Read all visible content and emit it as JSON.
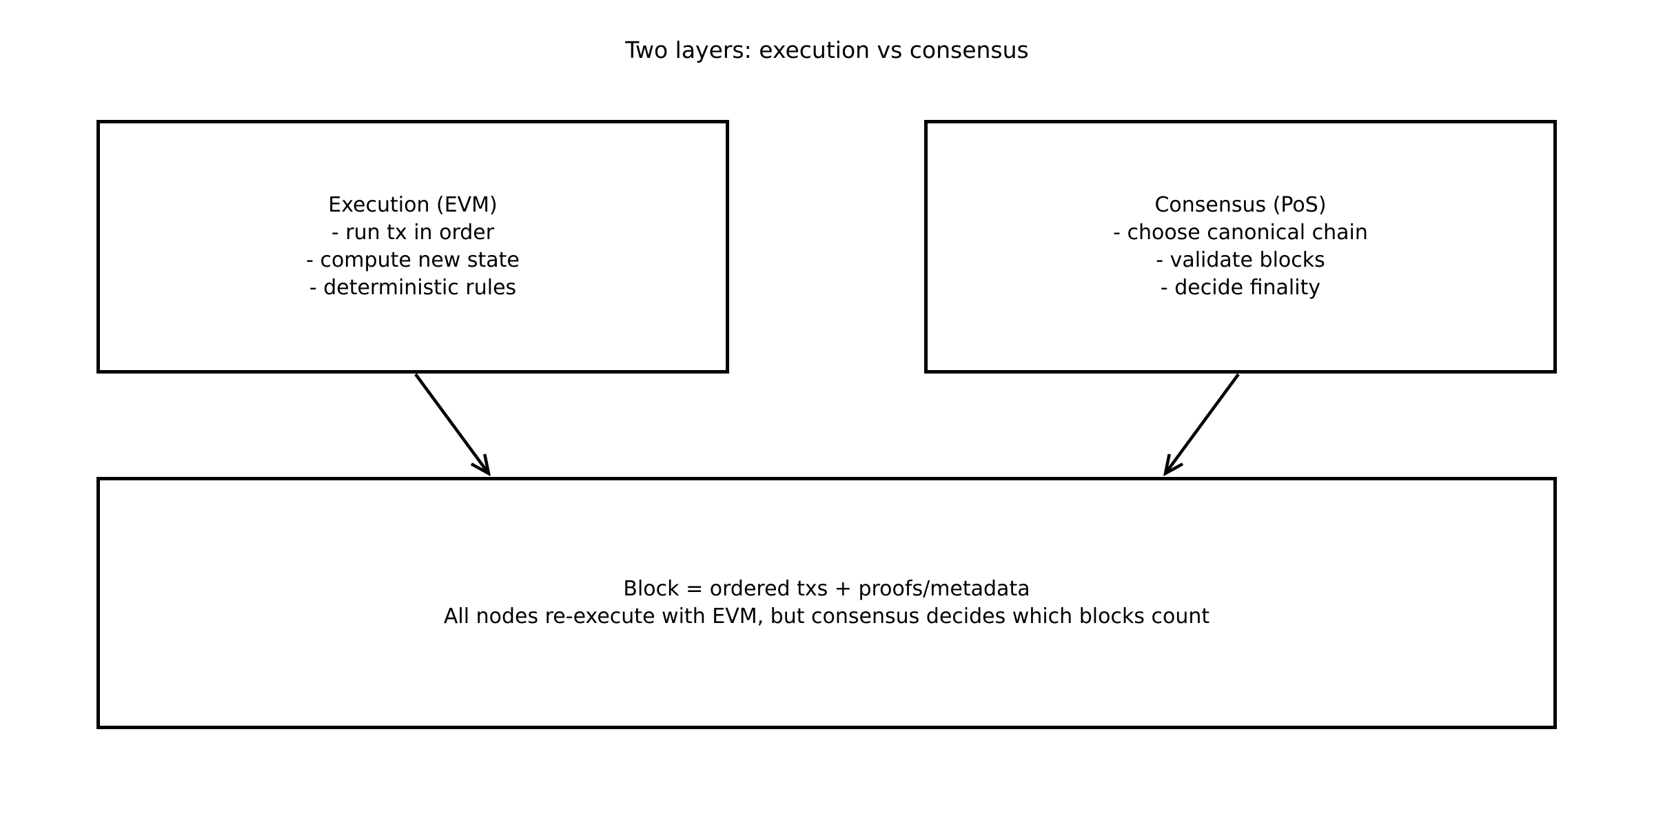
{
  "diagram": {
    "title": "Two layers: execution vs consensus",
    "nodes": {
      "execution": {
        "lines": [
          "Execution (EVM)",
          "- run tx in order",
          "- compute new state",
          "- deterministic rules"
        ]
      },
      "consensus": {
        "lines": [
          "Consensus (PoS)",
          "- choose canonical chain",
          "- validate blocks",
          "- decide finality"
        ]
      },
      "block": {
        "lines": [
          "Block = ordered txs + proofs/metadata",
          "All nodes re-execute with EVM, but consensus decides which blocks count"
        ]
      }
    },
    "edges": [
      {
        "from": "execution",
        "to": "block",
        "style": "arrow"
      },
      {
        "from": "consensus",
        "to": "block",
        "style": "arrow"
      }
    ],
    "colors": {
      "ink": "#000000",
      "background": "#ffffff"
    }
  }
}
